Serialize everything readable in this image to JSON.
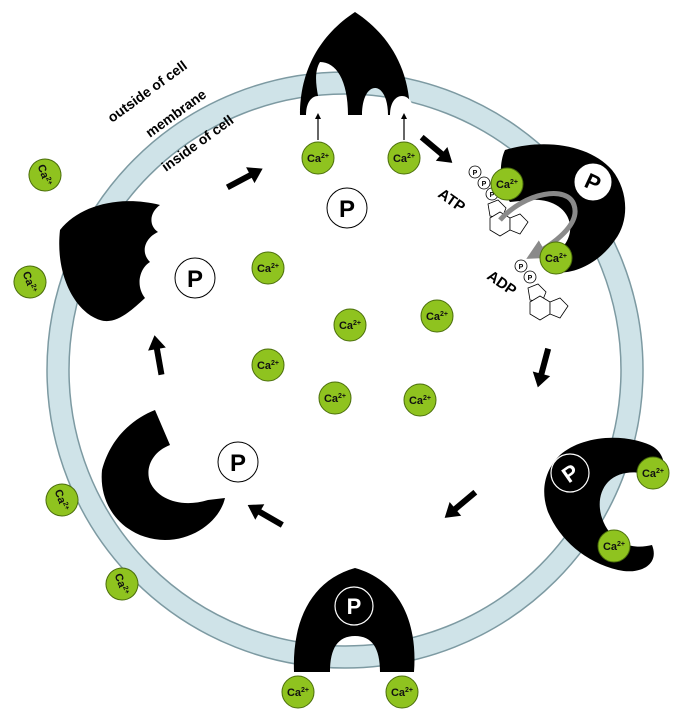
{
  "labels": {
    "outside": "outside of cell",
    "membrane": "membrane",
    "inside": "inside of cell",
    "atp": "ATP",
    "adp": "ADP"
  },
  "ion": {
    "base": "Ca",
    "charge": "2+"
  },
  "phosphate_label": "P",
  "colors": {
    "membrane_fill": "#cfe3e8",
    "membrane_stroke": "#7d9aa2",
    "pump": "#000000",
    "calcium_fill": "#8fc31f",
    "calcium_stroke": "#4b6e0c",
    "phosphate_fill": "#ffffff",
    "arrow": "#000000",
    "transfer_arrow": "#8a8a8a"
  },
  "icons": [
    "calcium-ion-icon",
    "phosphate-group-icon",
    "atp-molecule-icon",
    "adp-molecule-icon",
    "cycle-arrow-icon",
    "pump-protein-icon"
  ],
  "cycle_states": 6
}
